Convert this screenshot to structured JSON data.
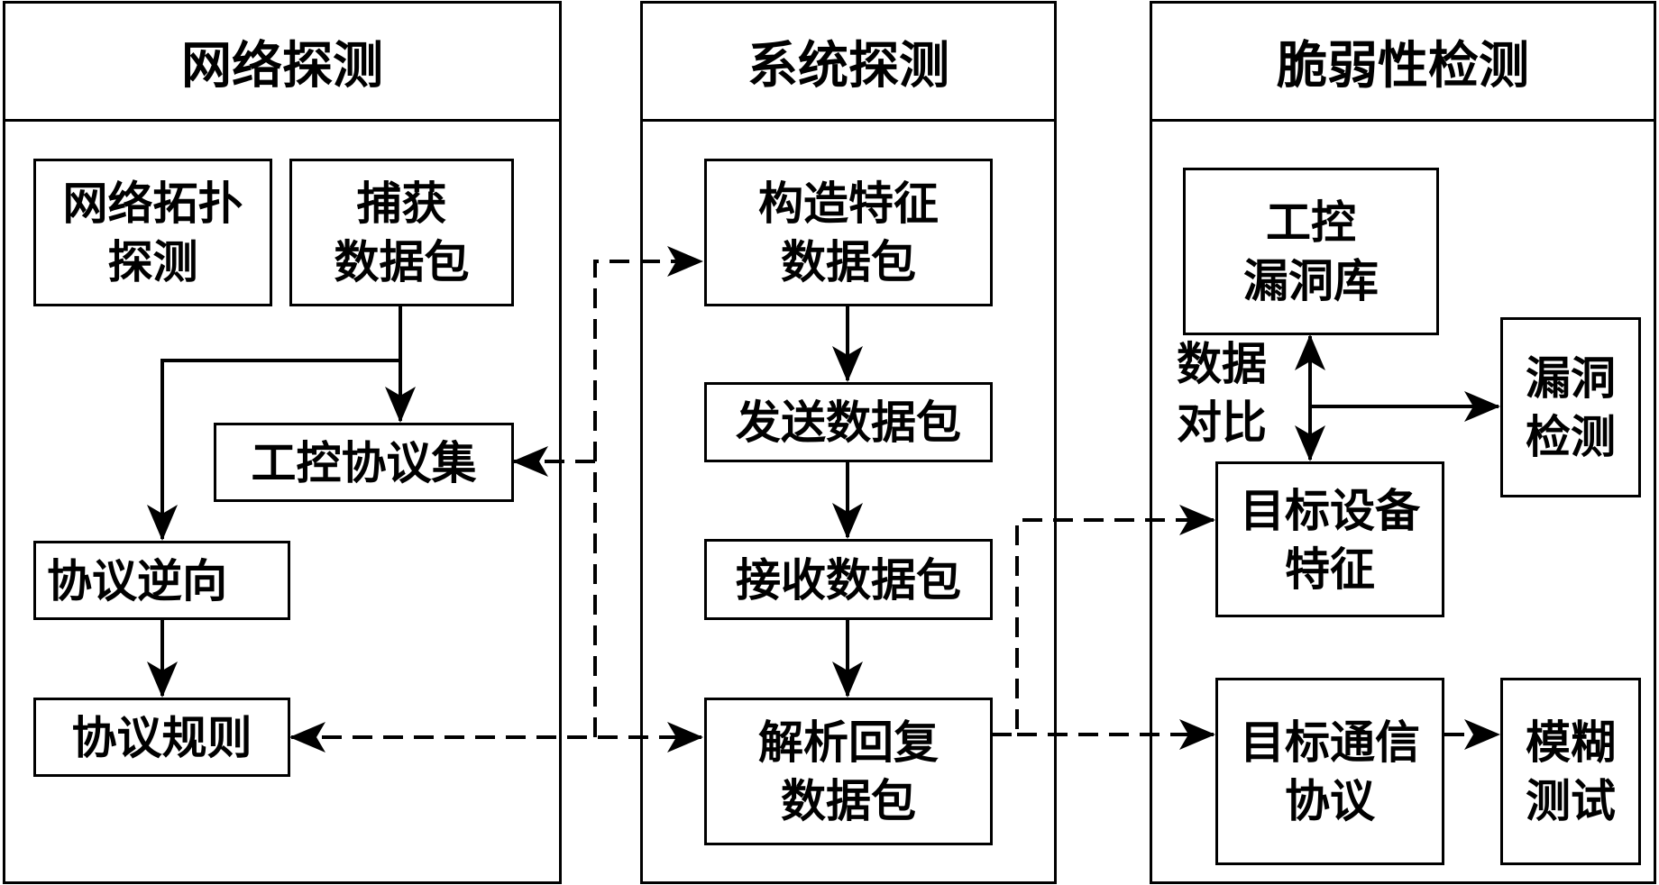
{
  "panels": {
    "network": {
      "title": "网络探测"
    },
    "system": {
      "title": "系统探测"
    },
    "vulnerability": {
      "title": "脆弱性检测"
    }
  },
  "network": {
    "topology": [
      "网络拓扑",
      "探测"
    ],
    "capture": [
      "捕获",
      "数据包"
    ],
    "protocol_set": "工控协议集",
    "protocol_reverse": "协议逆向",
    "protocol_rules": "协议规则"
  },
  "system": {
    "construct": [
      "构造特征",
      "数据包"
    ],
    "send": "发送数据包",
    "receive": "接收数据包",
    "parse": [
      "解析回复",
      "数据包"
    ]
  },
  "vulnerability": {
    "vuln_db": [
      "工控",
      "漏洞库"
    ],
    "compare": [
      "数据",
      "对比"
    ],
    "vuln_detect": [
      "漏洞",
      "检测"
    ],
    "device_features": [
      "目标设备",
      "特征"
    ],
    "comm_protocol": [
      "目标通信",
      "协议"
    ],
    "fuzz": [
      "模糊",
      "测试"
    ]
  }
}
